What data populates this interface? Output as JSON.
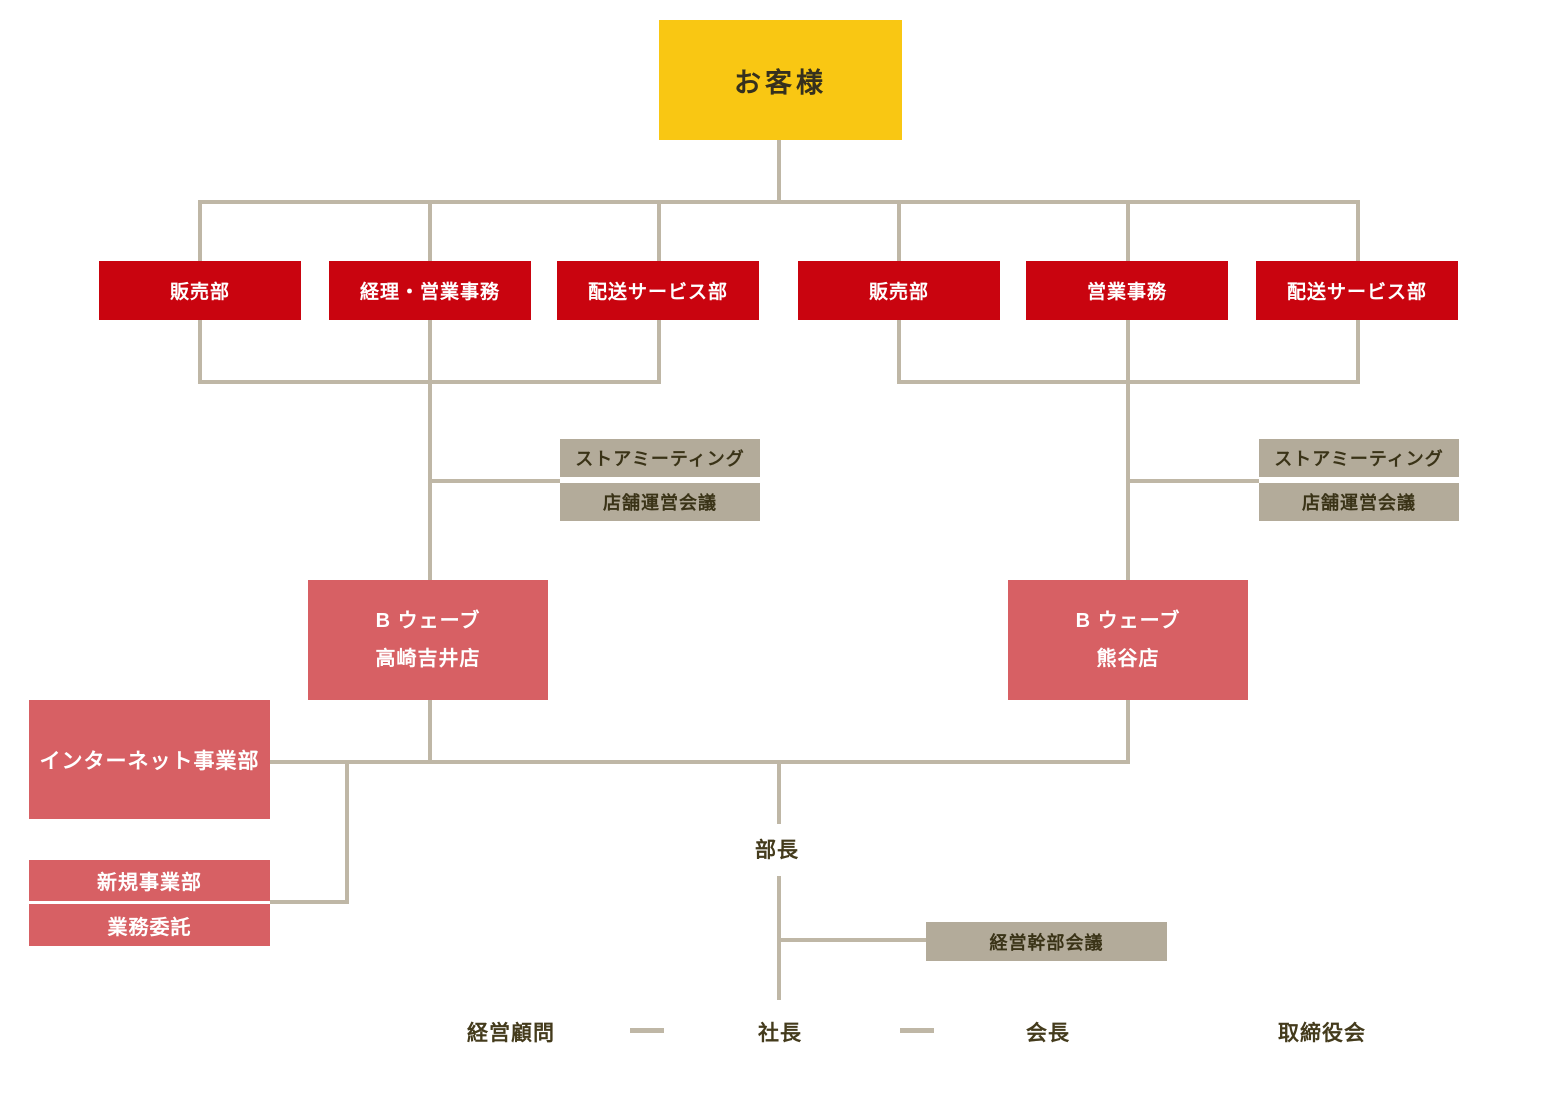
{
  "colors": {
    "yellow": "#F9C713",
    "red": "#C9040F",
    "rose": "#D76064",
    "tan": "#B3AB9A",
    "line": "#BFB7A6",
    "text_dark": "#3A3317",
    "text_light": "#FFFFFF"
  },
  "org": {
    "customer": "お客様",
    "left_departments": [
      "販売部",
      "経理・営業事務",
      "配送サービス部"
    ],
    "right_departments": [
      "販売部",
      "営業事務",
      "配送サービス部"
    ],
    "left_meetings": [
      "ストアミーティング",
      "店舗運営会議"
    ],
    "right_meetings": [
      "ストアミーティング",
      "店舗運営会議"
    ],
    "store_left": {
      "line1": "B ウェーブ",
      "line2": "高崎吉井店"
    },
    "store_right": {
      "line1": "B ウェーブ",
      "line2": "熊谷店"
    },
    "internet": "インターネット事業部",
    "new_business": "新規事業部",
    "outsourcing": "業務委託",
    "manager": "部長",
    "exec_meeting": "経営幹部会議",
    "advisor": "経営顧問",
    "president": "社長",
    "chairman": "会長",
    "board": "取締役会"
  }
}
